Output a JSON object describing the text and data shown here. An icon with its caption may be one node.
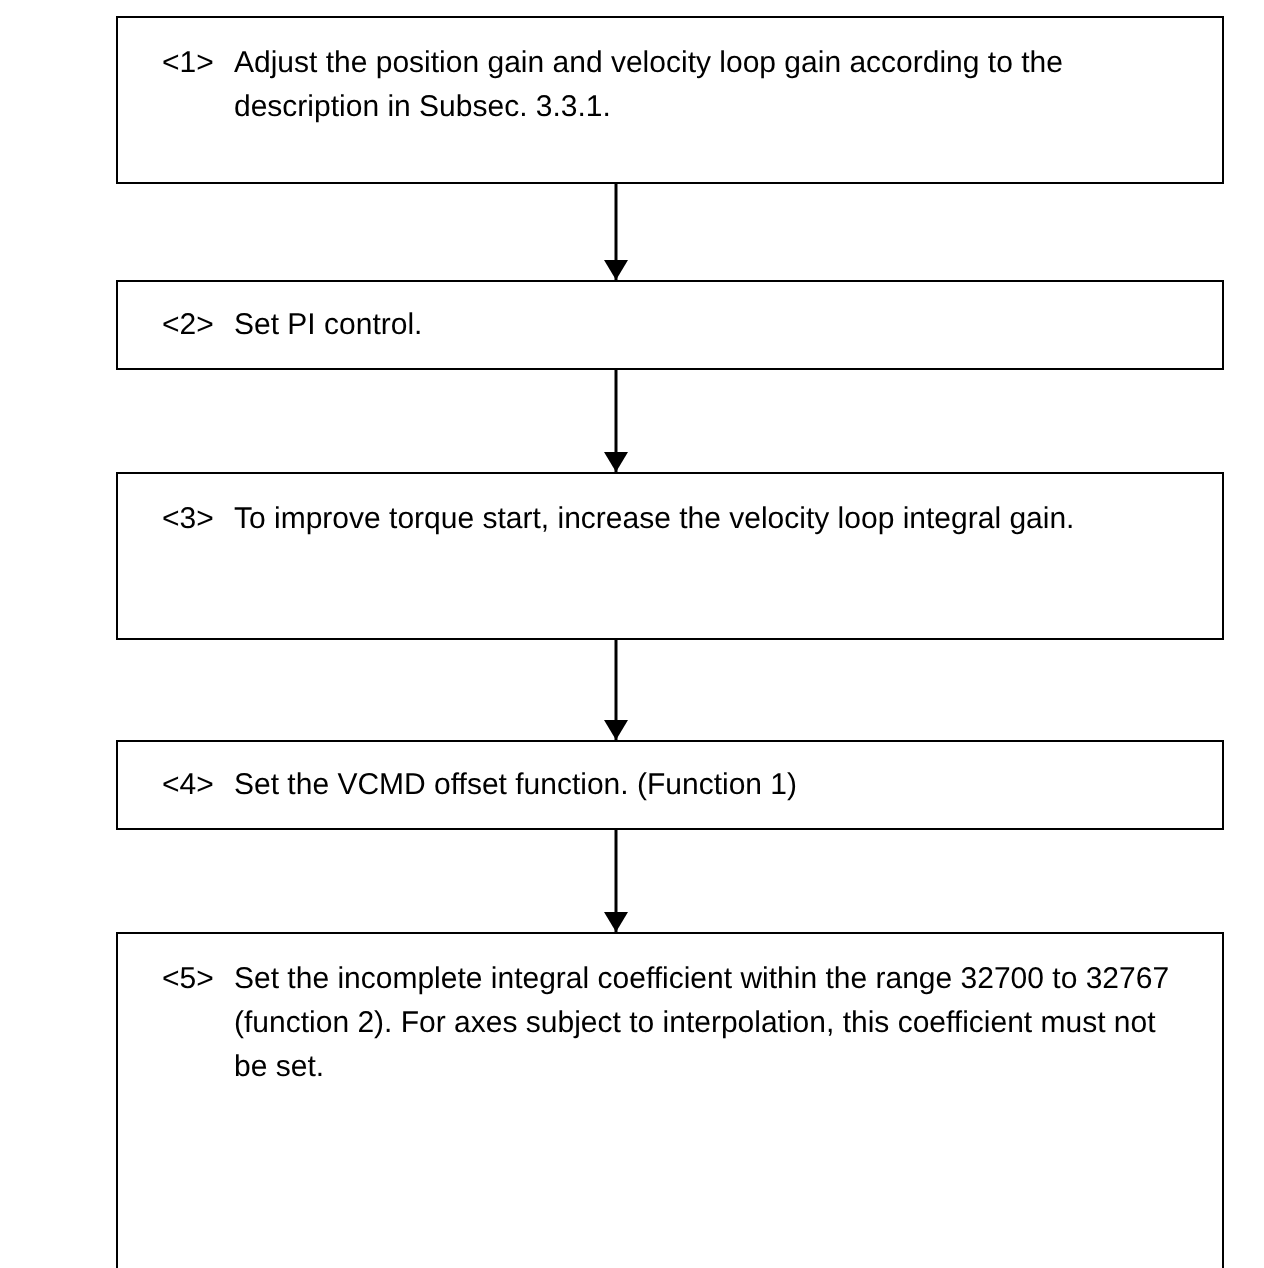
{
  "diagram": {
    "nodes": [
      {
        "text": [
          "<1>",
          "Adjust the position gain and velocity loop gain according to the description in Subsec. 3.3.1."
        ]
      },
      {
        "text": [
          "<2>",
          "Set PI control."
        ]
      },
      {
        "text": [
          "<3>",
          "To improve torque start, increase the velocity loop integral gain."
        ]
      },
      {
        "text": [
          "<4>",
          "Set the VCMD offset function.  (Function 1)"
        ]
      },
      {
        "text": [
          "<5>",
          "Set the incomplete integral coefficient within the range 32700 to 32767 (function 2).  For axes subject to interpolation, this coefficient must not be set."
        ]
      }
    ],
    "edges": [
      {
        "from": 0,
        "to": 1,
        "arrow": "to"
      },
      {
        "from": 1,
        "to": 2,
        "arrow": "to"
      },
      {
        "from": 2,
        "to": 3,
        "arrow": "to"
      },
      {
        "from": 3,
        "to": 4,
        "arrow": "to"
      }
    ]
  }
}
